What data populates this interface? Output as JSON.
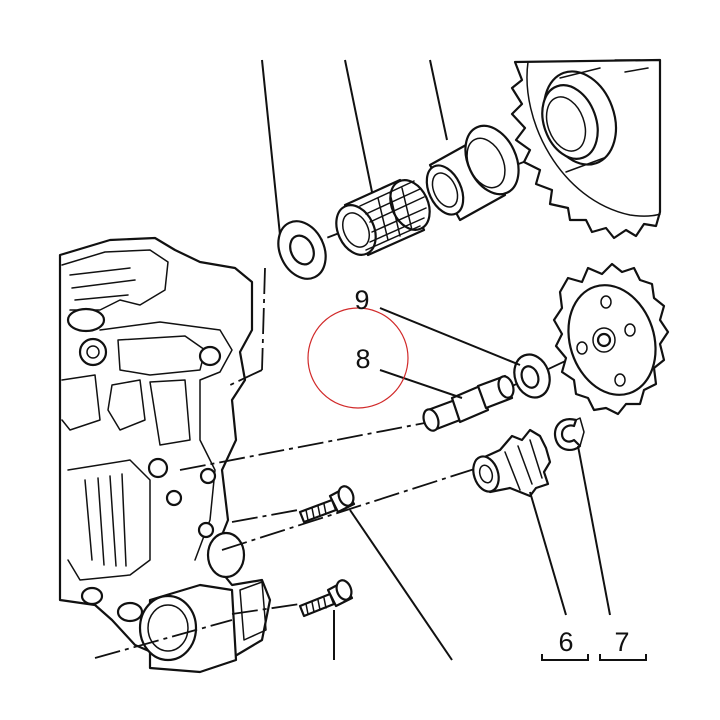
{
  "callouts": {
    "c6": "6",
    "c7": "7",
    "c8": "8",
    "c9": "9"
  },
  "highlight_color": "#d12a2a"
}
